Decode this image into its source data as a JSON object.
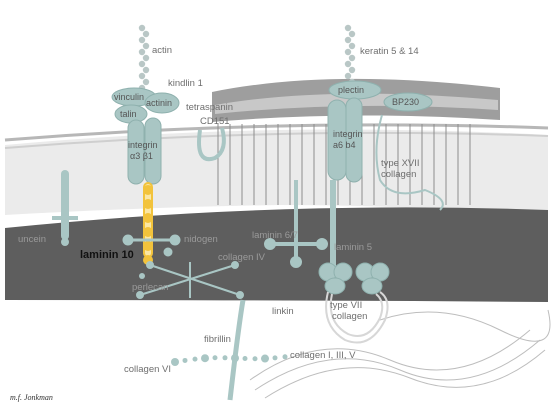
{
  "colors": {
    "protein": "#a9c6c4",
    "protein_dark": "#8fb1ae",
    "lamina": "#5e5e5e",
    "cell": "#ebebeb",
    "membrane": "#bdbdbd",
    "highlight": "#f2c33c",
    "highlight_light": "#fbe7a4",
    "chain": "#b9c7c6"
  },
  "labels": {
    "actin": "actin",
    "kindlin": "kindlin 1",
    "vinculin": "vinculin",
    "actinin": "actinin",
    "talin": "talin",
    "tetraspanin": "tetraspanin",
    "cd151": "CD151",
    "integrin_a3": "integrin",
    "integrin_a3_sub": "α3  β1",
    "keratin": "keratin 5 & 14",
    "plectin": "plectin",
    "bp230": "BP230",
    "integrin_a6": "integrin",
    "integrin_a6_sub": "a6  b4",
    "type_xvii_1": "type XVII",
    "type_xvii_2": "collagen",
    "uncein": "uncein",
    "laminin10": "laminin 10",
    "nidogen": "nidogen",
    "laminin67": "laminin 6/7",
    "laminin5": "laminin 5",
    "collagen_iv": "collagen IV",
    "perlecan": "perlecan",
    "linkin": "linkin",
    "type_vii_1": "type VII",
    "type_vii_2": "collagen",
    "fibrillin": "fibrillin",
    "collagen_135": "collagen I, III, V",
    "collagen_vi": "collagen VI",
    "credit": "m.f. Jonkman"
  }
}
